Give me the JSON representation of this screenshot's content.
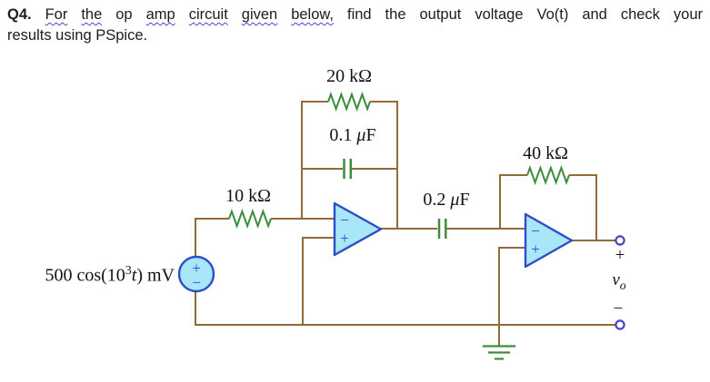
{
  "header": {
    "q_label": "Q4.",
    "w1": "For",
    "w2": "the",
    "op_word": "op",
    "w3": "amp",
    "w4": "circuit",
    "w5": "given",
    "w6": "below,",
    "rest": "find the output voltage Vo(t) and check your",
    "line2": "results using PSpice."
  },
  "circuit": {
    "source": {
      "label_prefix": "500 cos(10",
      "label_sup": "3",
      "label_t": "t",
      "label_suffix": ") mV",
      "plus": "+",
      "minus": "−"
    },
    "resistors": {
      "r_in": "10 kΩ",
      "r_f1": "20 kΩ",
      "r_f2": "40 kΩ"
    },
    "capacitors": {
      "c1_value": "0.1 ",
      "c1_mu": "μ",
      "c1_unit": "F",
      "c2_value": "0.2 ",
      "c2_mu": "μ",
      "c2_unit": "F"
    },
    "opamp1": {
      "minus": "−",
      "plus": "+"
    },
    "opamp2": {
      "minus": "−",
      "plus": "+"
    },
    "output": {
      "plus": "+",
      "vo_v": "v",
      "vo_sub": "o",
      "minus": "−"
    },
    "colors": {
      "wire": "#926B3B",
      "component_green": "#3E8C3C",
      "opamp_fill": "#A8E6F8",
      "opamp_stroke": "#2C4EC8",
      "terminal": "#4B42C6"
    }
  }
}
